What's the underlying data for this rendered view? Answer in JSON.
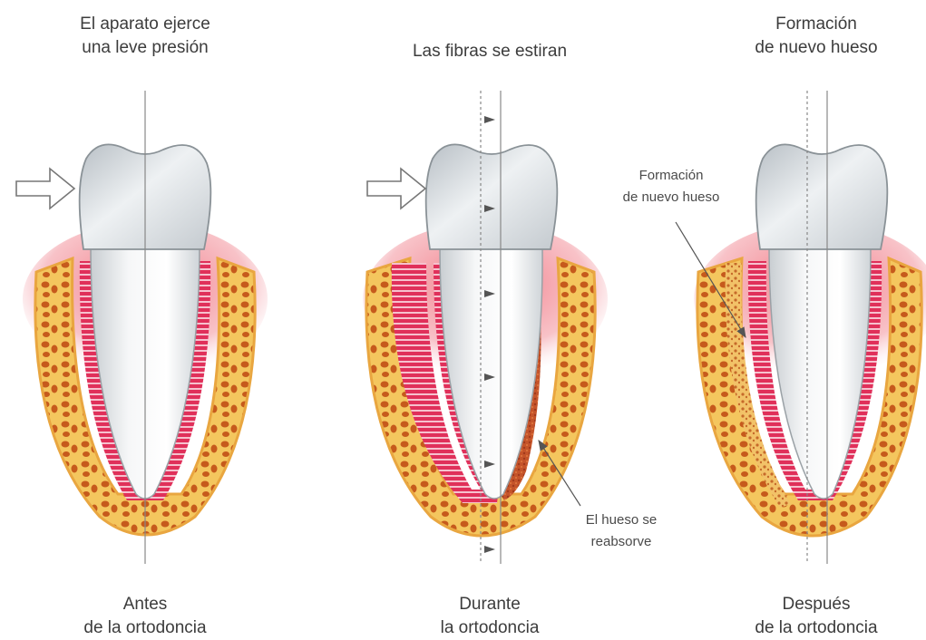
{
  "panels": [
    {
      "top_caption": [
        "El aparato ejerce",
        "una leve presión"
      ],
      "bottom_caption": [
        "Antes",
        "de la ortodoncia"
      ]
    },
    {
      "top_caption": [
        "Las fibras se estiran"
      ],
      "bottom_caption": [
        "Durante",
        "la ortodoncia"
      ],
      "annotation": [
        "El hueso se",
        "reabsorve"
      ]
    },
    {
      "top_caption": [
        "Formación",
        "de nuevo hueso"
      ],
      "bottom_caption": [
        "Después",
        "de la ortodoncia"
      ],
      "annotation": [
        "Formación",
        "de nuevo hueso"
      ]
    }
  ],
  "colors": {
    "gum": "#f06a78",
    "bone": "#f4c65e",
    "bone_cells": "#c65a1c",
    "ligament": "#e0305a",
    "tooth": "#e9ecee",
    "outline": "#666666"
  }
}
